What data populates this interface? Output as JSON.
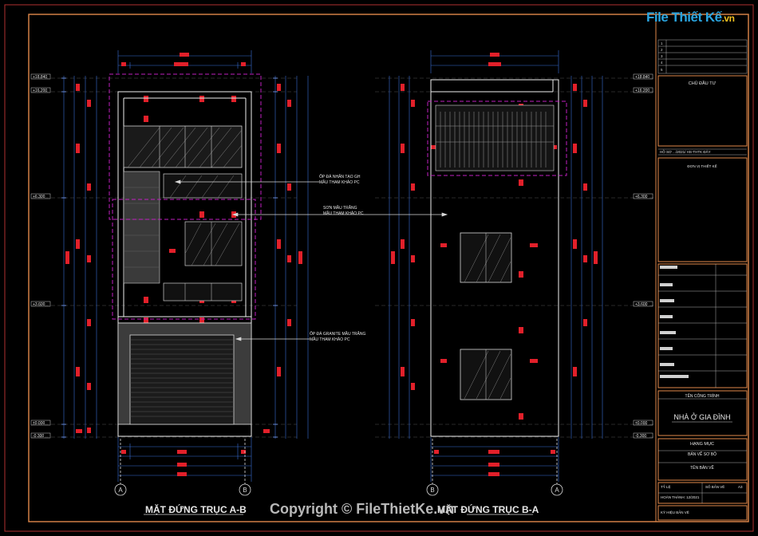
{
  "logo": {
    "name": "File Thiết Kế",
    "domain": ".vn"
  },
  "watermark": "Copyright © FileThietKe.vn",
  "views": {
    "left_title": "MẶT ĐỨNG TRỤC A-B",
    "right_title": "MẶT ĐỨNG TRỤC B-A",
    "left_axes": [
      "A",
      "B"
    ],
    "right_axes": [
      "B",
      "A"
    ]
  },
  "notes": {
    "n1_line1": "ỐP ĐÁ NHÂN TẠO GH",
    "n1_line2": "MẦU THAM KHẢO PC",
    "n2_line1": "SƠN MẦU TRẮNG",
    "n2_line2": "MẦU THAM KHẢO PC",
    "n3_line1": "ỐP ĐÁ GRANITE MẦU TRẮNG",
    "n3_line2": "MẦU THAM KHẢO PC"
  },
  "levels_left": [
    "+18.840",
    "+16.200",
    "+6.300",
    "+3.600",
    "±0.000",
    "-0.300"
  ],
  "levels_right": [
    "+18.840",
    "+16.200",
    "+6.300",
    "+3.600",
    "±0.000",
    "-0.300"
  ],
  "title_block": {
    "rev_rows": [
      "1",
      "2",
      "3",
      "4",
      "5"
    ],
    "owner_label": "CHỦ ĐẦU TƯ",
    "contract_line": "HỒ SƠ .../2021/ HS-THTK ĐÂY",
    "designer_label": "ĐƠN VỊ THIẾT KẾ",
    "project_label": "TÊN CÔNG TRÌNH",
    "project_name": "NHÀ Ở GIA ĐÌNH",
    "item_label": "HẠNG MỤC",
    "item_value": "BẢN VẼ SƠ BỘ",
    "drawing_label": "TÊN BẢN VẼ",
    "scale_label": "TỶ LỆ",
    "sheet_label": "SỐ BẢN VẼ",
    "sheet_value": "A3",
    "date_line": "HOÀN THÀNH: 12/2021",
    "sign_label": "KÝ HIỆU BẢN VẼ"
  }
}
